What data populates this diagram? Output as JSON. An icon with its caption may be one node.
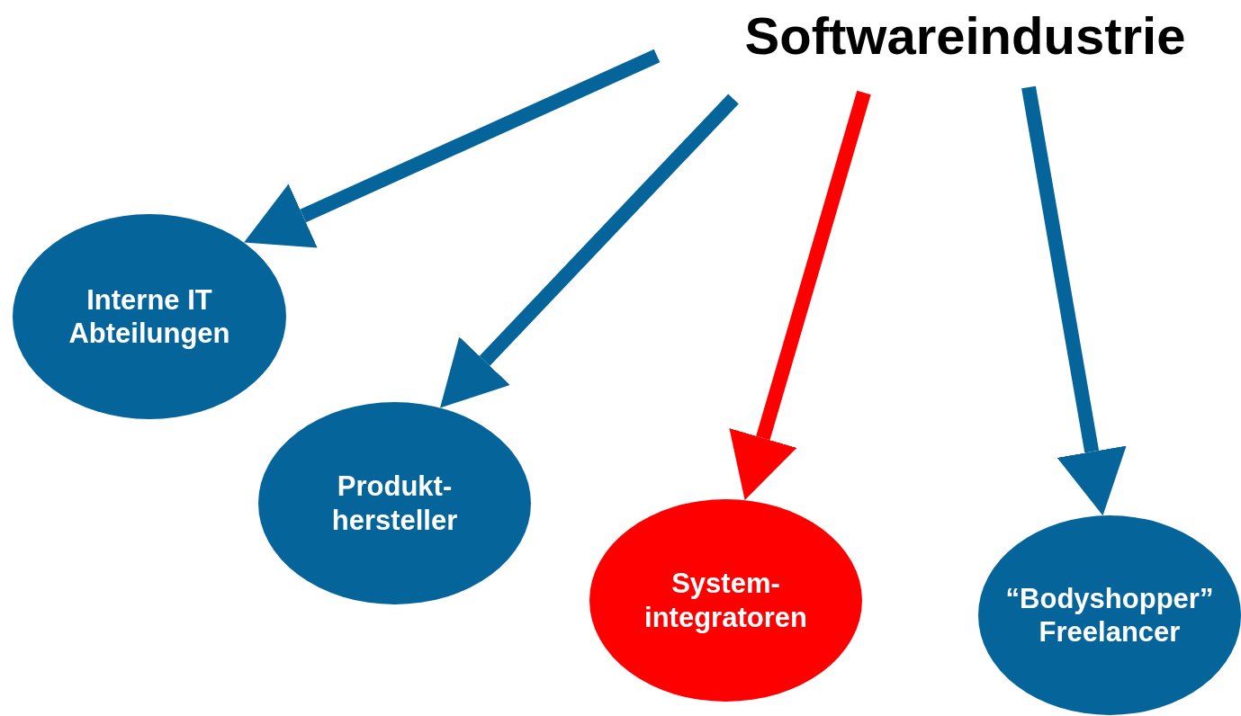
{
  "diagram": {
    "nodes": [
      {
        "text": [
          "Softwareindustrie"
        ]
      },
      {
        "text": [
          "Interne IT Abteilungen"
        ]
      },
      {
        "text": [
          "Produkt- hersteller"
        ]
      },
      {
        "text": [
          "System- integratoren"
        ]
      },
      {
        "text": [
          "“Bodyshopper” Freelancer"
        ]
      }
    ],
    "edges": [
      {
        "from": 0,
        "to": 1,
        "arrow": "to"
      },
      {
        "from": 0,
        "to": 2,
        "arrow": "to"
      },
      {
        "from": 0,
        "to": 3,
        "arrow": "to",
        "color": "#ff0000"
      },
      {
        "from": 0,
        "to": 4,
        "arrow": "to"
      }
    ]
  }
}
